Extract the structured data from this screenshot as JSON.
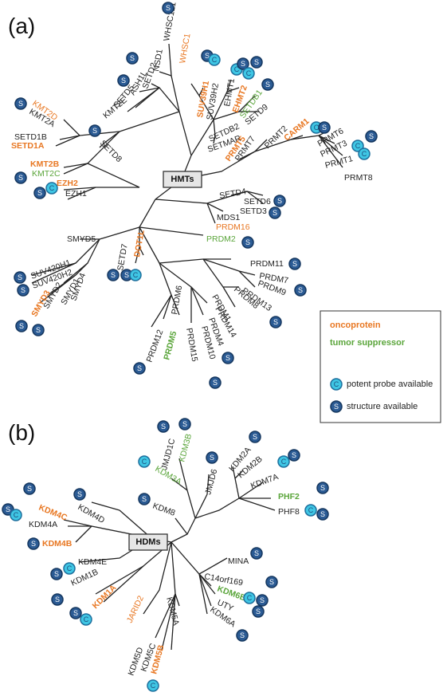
{
  "panels": {
    "a": "(a)",
    "b": "(b)"
  },
  "hubs": {
    "hmt": "HMTs",
    "hdm": "HDMs"
  },
  "legend": {
    "oncoprotein": "oncoprotein",
    "tumor_suppressor": "tumor suppressor",
    "probe": "potent probe available",
    "structure": "structure available"
  },
  "icon_letters": {
    "structure": "S",
    "probe": "C"
  },
  "colors": {
    "oncoprotein": "#e87722",
    "tumor_suppressor": "#5aa53a",
    "structure_icon": "#2b5b94",
    "probe_icon": "#3fc6e4"
  },
  "hmt_labels": [
    "WHSC1L1",
    "WHSC1",
    "NSD1",
    "SETD2",
    "ASH1L",
    "SETD5",
    "KMT2E",
    "KMT2D",
    "KMT2A",
    "SETD1B",
    "SETD1A",
    "SETD8",
    "KMT2B",
    "KMT2C",
    "EZH2",
    "EZH1",
    "SUV39H1",
    "SUV39H2",
    "EHMT1",
    "EHMT2",
    "SETDB1",
    "SETD9",
    "SETDB2",
    "SETMAR",
    "PRMT5",
    "PRMT7",
    "PRMT2",
    "CARM1",
    "PRMT6",
    "PRMT3",
    "PRMT1",
    "PRMT8",
    "SETD4",
    "SETD6",
    "SETD3",
    "MDS1",
    "PRDM16",
    "PRDM2",
    "SMYD5",
    "SETD7",
    "DOT1L",
    "SUV420H1",
    "SUV420H2",
    "SMYD4",
    "SMYD1",
    "SMYD2",
    "SMYD3",
    "PRDM11",
    "PRDM7",
    "PRDM9",
    "PRDM13",
    "PRDM8",
    "PRDM1",
    "PRDM14",
    "PRDM4",
    "PRDM10",
    "PRDM15",
    "PRDM6",
    "PRDM5",
    "PRDM12"
  ],
  "hdm_labels": [
    "JMJD1C",
    "KDM3B",
    "KDM3A",
    "JMJD6",
    "KDM2A",
    "KDM2B",
    "KDM7A",
    "PHF2",
    "PHF8",
    "KDM8",
    "KDM4D",
    "KDM4C",
    "KDM4A",
    "KDM4B",
    "KDM4E",
    "KDM1B",
    "KDM1A",
    "JARID2",
    "KDM5A",
    "KDM5D",
    "KDM5C",
    "KDM5B",
    "MINA",
    "C14orf169",
    "KDM6B",
    "UTY",
    "KDM6A"
  ]
}
